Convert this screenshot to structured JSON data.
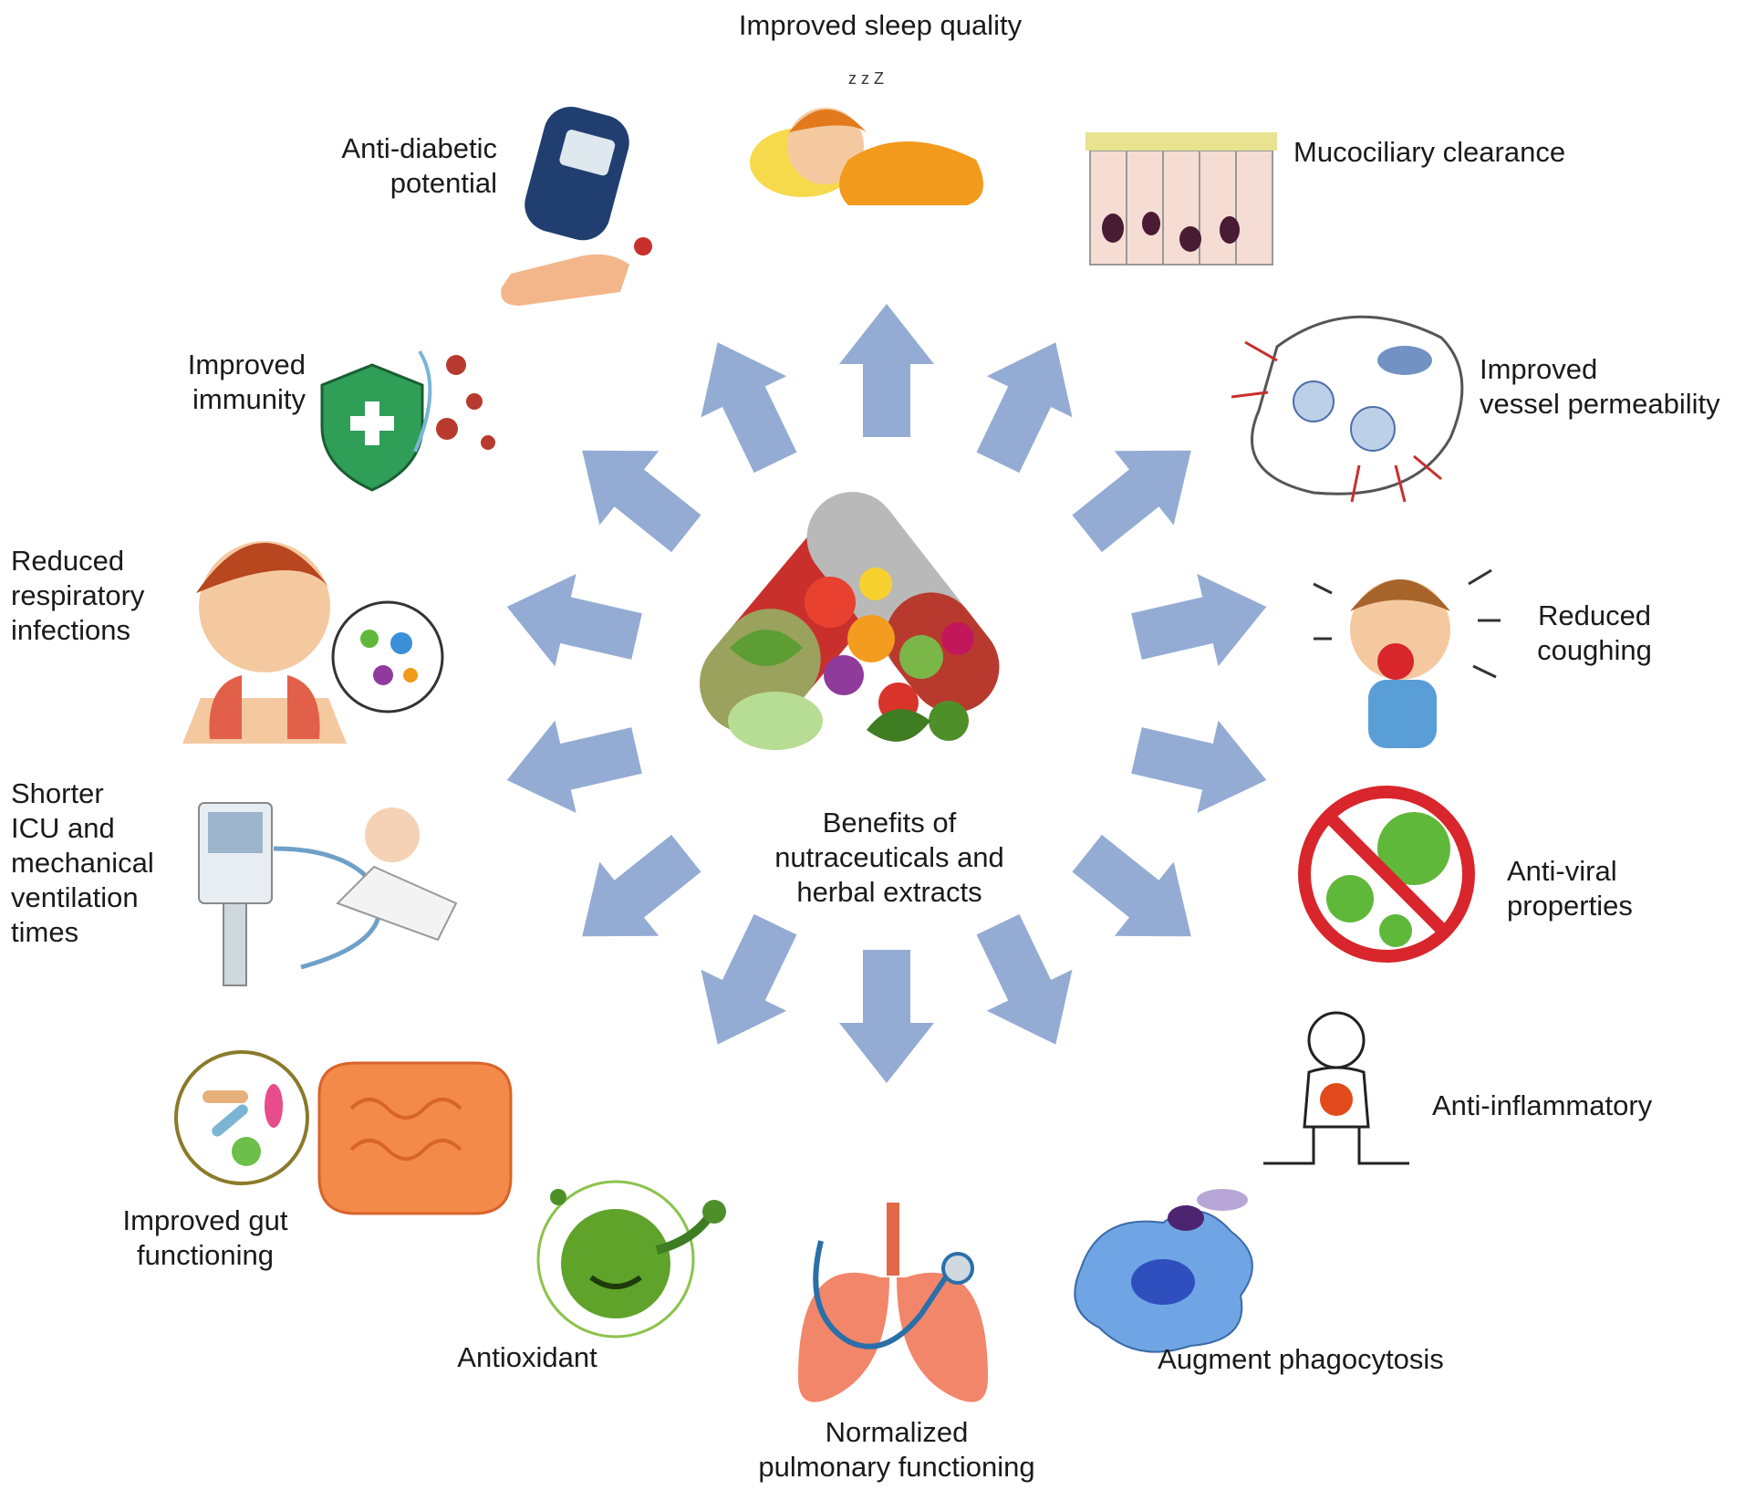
{
  "center": {
    "label": "Benefits of\nnutraceuticals and\nherbal extracts",
    "icon": "capsule-fruit-icon"
  },
  "colors": {
    "arrow": "#94acd4",
    "text": "#1a1a1a",
    "capsule_red": "#c9302c",
    "capsule_green": "#9cd07a",
    "gut": "#f48a4a",
    "lung": "#f2866a",
    "virus_green": "#5fb83a",
    "ban_red": "#d8262c",
    "shield_green": "#2f9e57"
  },
  "benefits": [
    {
      "label": "Improved sleep quality",
      "icon": "sleeping-child-icon"
    },
    {
      "label": "Mucociliary clearance",
      "icon": "ciliated-cells-icon"
    },
    {
      "label": "Improved\nvessel permeability",
      "icon": "blood-vessel-icon"
    },
    {
      "label": "Reduced\ncoughing",
      "icon": "coughing-child-icon"
    },
    {
      "label": "Anti-viral\nproperties",
      "icon": "virus-ban-icon"
    },
    {
      "label": "Anti-inflammatory",
      "icon": "inflamed-person-icon"
    },
    {
      "label": "Augment phagocytosis",
      "icon": "phagocyte-icon"
    },
    {
      "label": "Normalized\npulmonary functioning",
      "icon": "lungs-stethoscope-icon"
    },
    {
      "label": "Antioxidant",
      "icon": "antioxidant-molecule-icon"
    },
    {
      "label": "Improved gut\nfunctioning",
      "icon": "gut-microbiome-icon"
    },
    {
      "label": "Shorter\nICU and\nmechanical\nventilation\ntimes",
      "icon": "ventilator-patient-icon"
    },
    {
      "label": "Reduced\nrespiratory\ninfections",
      "icon": "child-lungs-icon"
    },
    {
      "label": "Improved\nimmunity",
      "icon": "shield-virus-icon"
    },
    {
      "label": "Anti-diabetic\npotential",
      "icon": "glucose-meter-icon"
    }
  ]
}
